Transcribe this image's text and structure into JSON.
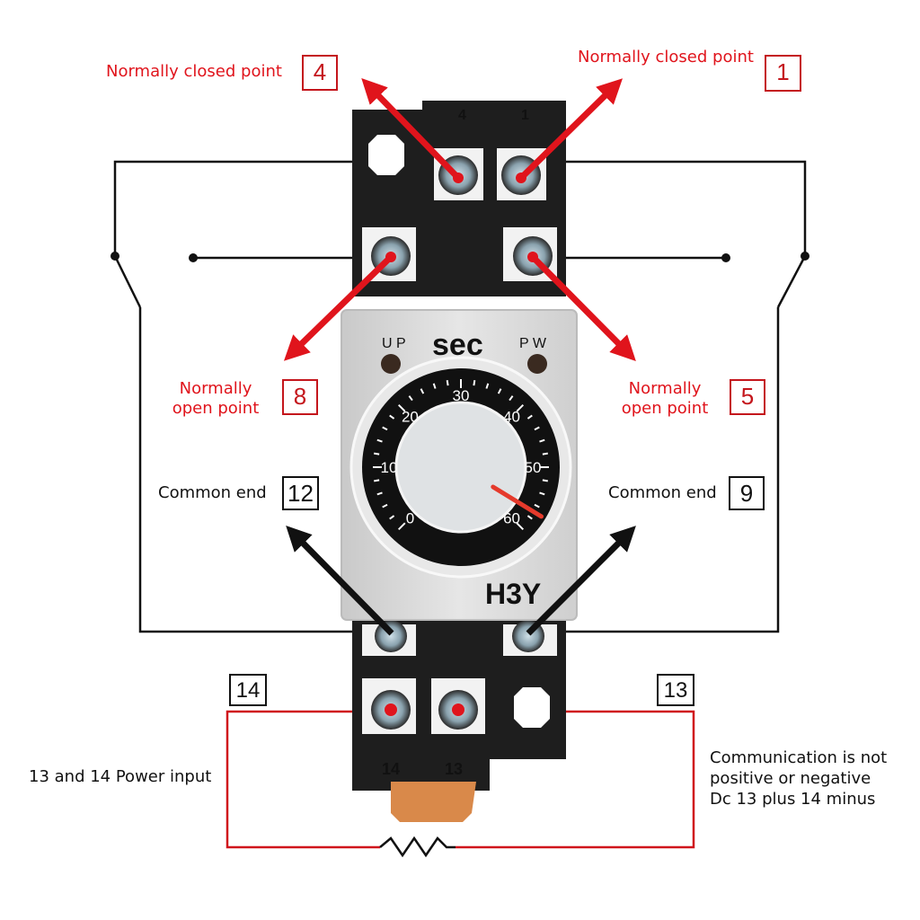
{
  "title": "H3Y time relay wiring diagram",
  "colors": {
    "annotation_red": "#e0141c",
    "wire_black": "#111111",
    "power_loop_red": "#d0141c",
    "relay_body": "#d8d8d8",
    "socket_base": "#1e1e1e",
    "knob_indicator": "#e53a2c",
    "din_clip": "#d9894a"
  },
  "labels": {
    "pin4": {
      "text": "Normally closed point",
      "number": "4"
    },
    "pin1": {
      "text": "Normally closed point",
      "number": "1"
    },
    "pin8": {
      "line1": "Normally",
      "line2": "open point",
      "number": "8"
    },
    "pin5": {
      "line1": "Normally",
      "line2": "open point",
      "number": "5"
    },
    "pin12": {
      "text": "Common end",
      "number": "12"
    },
    "pin9": {
      "text": "Common end",
      "number": "9"
    },
    "pin14": {
      "number": "14"
    },
    "pin13": {
      "number": "13"
    }
  },
  "notes": {
    "power_input": "13 and 14 Power input",
    "polarity_line1": "Communication is not",
    "polarity_line2": "positive or negative",
    "polarity_line3": "Dc 13 plus 14 minus"
  },
  "relay": {
    "model": "H3Y",
    "unit": "sec",
    "led_up": "U P",
    "led_pw": "P W",
    "socket_top_pins": [
      "4",
      "1"
    ],
    "socket_bottom_pins": [
      "14",
      "13"
    ],
    "dial_scale": [
      "0",
      "10",
      "20",
      "30",
      "40",
      "50",
      "60"
    ],
    "dial_setting_seconds": 57
  }
}
